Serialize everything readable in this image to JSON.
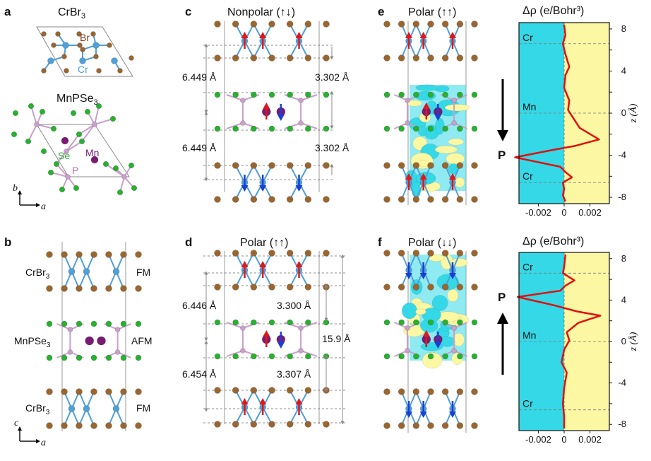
{
  "panels": {
    "a": {
      "letter": "a",
      "title_1": "CrBr",
      "title_1_sub": "3",
      "br_label": "Br",
      "cr_label": "Cr",
      "title_2": "MnPSe",
      "title_2_sub": "3",
      "se_label": "Se",
      "mn_label": "Mn",
      "p_label": "P",
      "axis_b": "b",
      "axis_a": "a"
    },
    "b": {
      "letter": "b",
      "crbr3_top": "CrBr",
      "crbr3_top_sub": "3",
      "mnpse3": "MnPSe",
      "mnpse3_sub": "3",
      "crbr3_bot": "CrBr",
      "crbr3_bot_sub": "3",
      "fm_top": "FM",
      "afm": "AFM",
      "fm_bot": "FM",
      "axis_c": "c",
      "axis_a": "a"
    },
    "c": {
      "letter": "c",
      "title": "Nonpolar (↑↓)",
      "d1_left": "6.449 Å",
      "d1_right": "3.302 Å",
      "d2_left": "6.449 Å",
      "d2_right": "3.302 Å"
    },
    "d": {
      "letter": "d",
      "title": "Polar (↑↑)",
      "d1_left": "6.446 Å",
      "d1_right": "3.300 Å",
      "d2_left": "6.454 Å",
      "d2_right": "3.307 Å",
      "total": "15.9 Å"
    },
    "e": {
      "letter": "e",
      "title": "Polar (↑↑)",
      "p_label": "P"
    },
    "f": {
      "letter": "f",
      "title": "Polar (↓↓)",
      "p_label": "P"
    }
  },
  "colors": {
    "br": "#9a6630",
    "cr": "#4f9fd8",
    "se": "#28b030",
    "p": "#c9a0c9",
    "mn": "#7a1a72",
    "spin_up": "#e01818",
    "spin_down": "#1a3fd6",
    "neg_density": "#35d8e6",
    "pos_density": "#fbf7a3",
    "profile": "#e01010"
  },
  "chart_data": [
    {
      "type": "line",
      "title": "Δρ (e/Bohr³)",
      "xlabel": "Δρ (e/Bohr³)",
      "ylabel": "z (Å)",
      "xlim": [
        -0.0035,
        0.0035
      ],
      "ylim": [
        -8.6,
        8.6
      ],
      "xticks": [
        "-0.002",
        "0",
        "0.002"
      ],
      "yticks": [
        "-8",
        "-4",
        "0",
        "4",
        "8"
      ],
      "annotations": [
        {
          "text": "Cr",
          "z": 6.6
        },
        {
          "text": "Mn",
          "z": 0.0
        },
        {
          "text": "Cr",
          "z": -6.6
        }
      ],
      "series": [
        {
          "x": [
            0,
            0.0001,
            -0.0001,
            0.0001,
            0.0004,
            0.0001,
            0,
            0.0004,
            0.0003,
            0.0012,
            0.0027,
            0.0009,
            -0.0009,
            -0.0038,
            -0.0003,
            0.0001,
            0.0006,
            -0.0001,
            0,
            -0.0001,
            0.0001
          ],
          "z": [
            8.4,
            7.4,
            6.6,
            5.6,
            4.4,
            3.6,
            2.4,
            1.2,
            0.3,
            -1.4,
            -2.5,
            -3.1,
            -3.5,
            -4.2,
            -5.1,
            -5.6,
            -6.1,
            -6.6,
            -7.2,
            -7.8,
            -8.4
          ]
        }
      ]
    },
    {
      "type": "line",
      "title": "Δρ (e/Bohr³)",
      "xlabel": "Δρ (e/Bohr³)",
      "ylabel": "z (Å)",
      "xlim": [
        -0.0035,
        0.0035
      ],
      "ylim": [
        -8.6,
        8.6
      ],
      "xticks": [
        "-0.002",
        "0",
        "0.002"
      ],
      "yticks": [
        "-8",
        "-4",
        "0",
        "4",
        "8"
      ],
      "annotations": [
        {
          "text": "Cr",
          "z": 6.6
        },
        {
          "text": "Mn",
          "z": 0.0
        },
        {
          "text": "Cr",
          "z": -6.6
        }
      ],
      "series": [
        {
          "x": [
            0.0001,
            0,
            -0.0001,
            0.0008,
            0.0001,
            -0.0003,
            -0.0036,
            -0.0008,
            0.001,
            0.0028,
            0.0011,
            0.0002,
            0.0004,
            0,
            -0.0002,
            0.0002,
            0,
            -0.0001,
            0,
            0
          ],
          "z": [
            8.4,
            7.2,
            6.6,
            5.9,
            5.4,
            4.9,
            4.3,
            3.5,
            2.9,
            2.5,
            1.8,
            0.9,
            0.1,
            -0.8,
            -2.0,
            -3.0,
            -4.5,
            -6.0,
            -7.2,
            -8.4
          ]
        }
      ]
    }
  ]
}
